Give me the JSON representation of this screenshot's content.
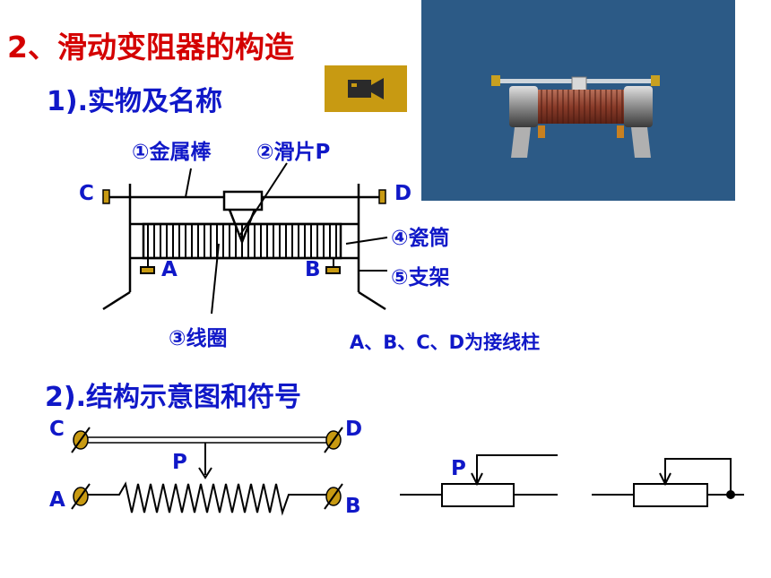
{
  "heading": "2、滑动变阻器的构造",
  "section1": {
    "title": "1).实物及名称",
    "parts": {
      "metal_rod": "①金属棒",
      "slider": "②滑片P",
      "coil": "③线圈",
      "porcelain_tube": "④瓷筒",
      "bracket": "⑤支架"
    },
    "terminals": {
      "a": "A",
      "b": "B",
      "c": "C",
      "d": "D"
    },
    "note": "A、B、C、D为接线柱"
  },
  "section2": {
    "title": "2).结构示意图和符号",
    "terminals": {
      "a": "A",
      "b": "B",
      "c": "C",
      "d": "D"
    },
    "slider_label": "P",
    "symbol_label": "P"
  },
  "colors": {
    "heading": "#d40000",
    "labels": "#1018c8",
    "video_button": "#c89a12",
    "photo_bg": "#2c5a86",
    "terminal_fill": "#c89a12"
  },
  "icons": {
    "video": "camera-icon"
  }
}
